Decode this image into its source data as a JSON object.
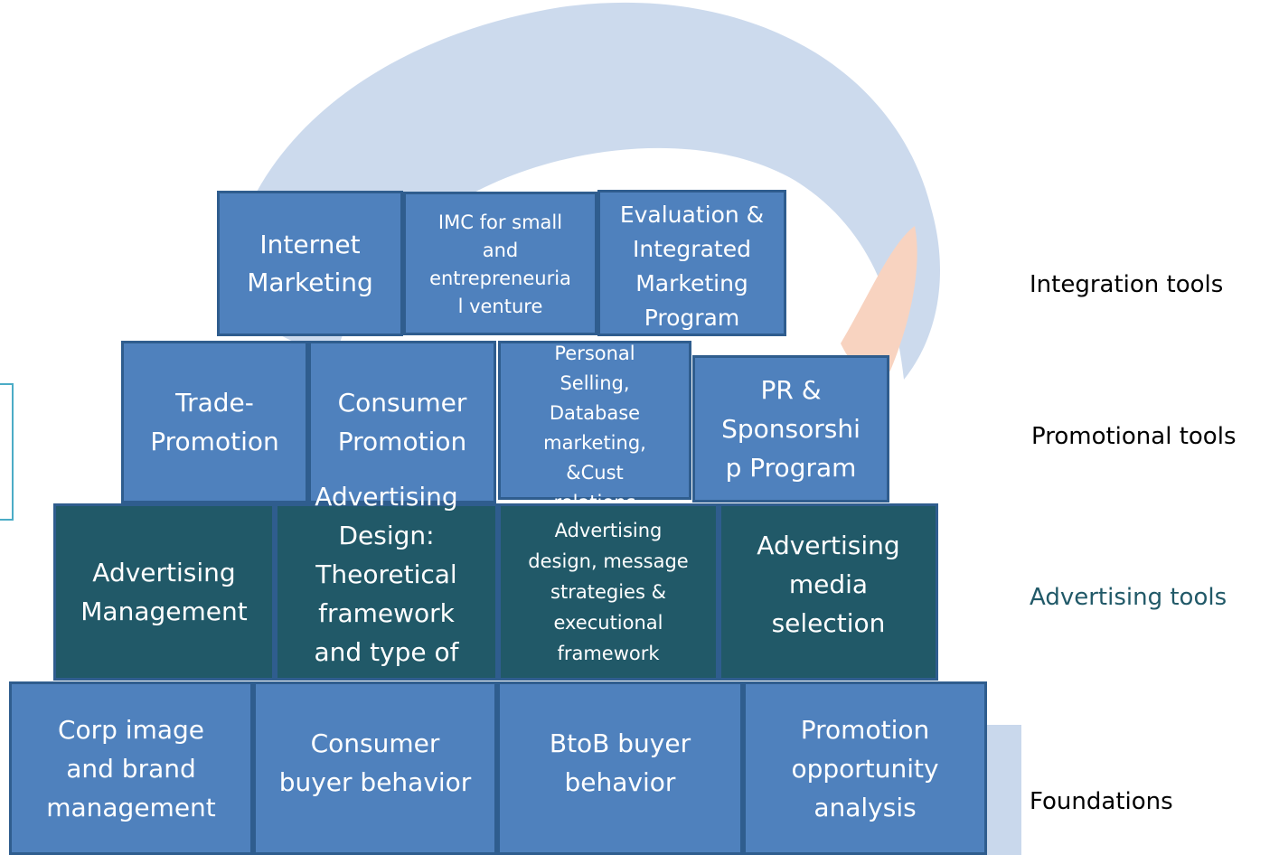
{
  "colors": {
    "block_blue": "#4f81bd",
    "block_teal": "#215968",
    "block_border": "#2f5d8e",
    "watermark_blue": "#c9d8ec",
    "watermark_orange": "#f8d3c0",
    "accent_text": "#215968"
  },
  "rows": {
    "integration": [
      "Internet\nMarketing",
      "IMC for small\nand\nentrepreneuria\nl venture",
      "Evaluation &\nIntegrated\nMarketing\nProgram"
    ],
    "promotional": [
      "Trade-\nPromotion",
      "Consumer\nPromotion",
      "Personal\nSelling,\nDatabase\nmarketing,\n&Cust\nrelations",
      "PR &\nSponsorshi\np Program"
    ],
    "advertising": [
      "Advertising\nManagement",
      "Advertising\nDesign:\nTheoretical\nframework\nand type of\nappeals",
      "Advertising\ndesign, message\nstrategies &\nexecutional\nframework",
      "Advertising\nmedia\nselection"
    ],
    "foundations": [
      "Corp image\nand brand\nmanagement",
      "Consumer\nbuyer behavior",
      "BtoB buyer\nbehavior",
      "Promotion\nopportunity\nanalysis"
    ]
  },
  "labels": {
    "integration": "Integration tools",
    "promotional": "Promotional tools",
    "advertising": "Advertising tools",
    "foundations": "Foundations"
  }
}
